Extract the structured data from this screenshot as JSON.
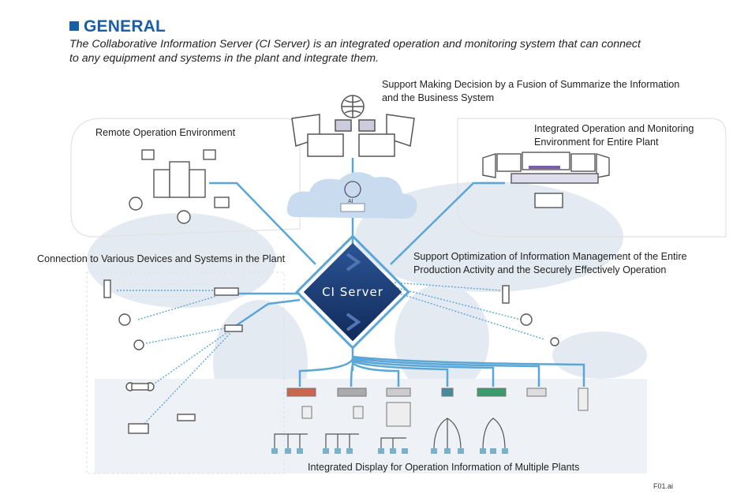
{
  "header": {
    "title": "GENERAL",
    "description_line1": "The Collaborative Information Server (CI Server) is an integrated operation and monitoring system that can connect",
    "description_line2": "to any equipment and systems in the plant and integrate them."
  },
  "diagram": {
    "center_label": "CI Server",
    "cloud_badge": "AI",
    "labels": {
      "decision_line1": "Support Making Decision by a Fusion of Summarize the Information",
      "decision_line2": "and the Business System",
      "remote": "Remote Operation Environment",
      "integrated_line1": "Integrated Operation and Monitoring",
      "integrated_line2": "Environment for Entire Plant",
      "connection": "Connection to Various Devices and Systems in the Plant",
      "optimization_line1": "Support Optimization of Information Management of the Entire",
      "optimization_line2": "Production Activity and the Securely Effectively Operation",
      "display": "Integrated Display for Operation Information of Multiple Plants"
    },
    "colors": {
      "accent": "#1b5ea8",
      "line": "#5aa6d6",
      "diamond": "#1f3f7a",
      "cloud": "#c9dcef"
    }
  },
  "footer": {
    "file_id": "F01.ai"
  }
}
